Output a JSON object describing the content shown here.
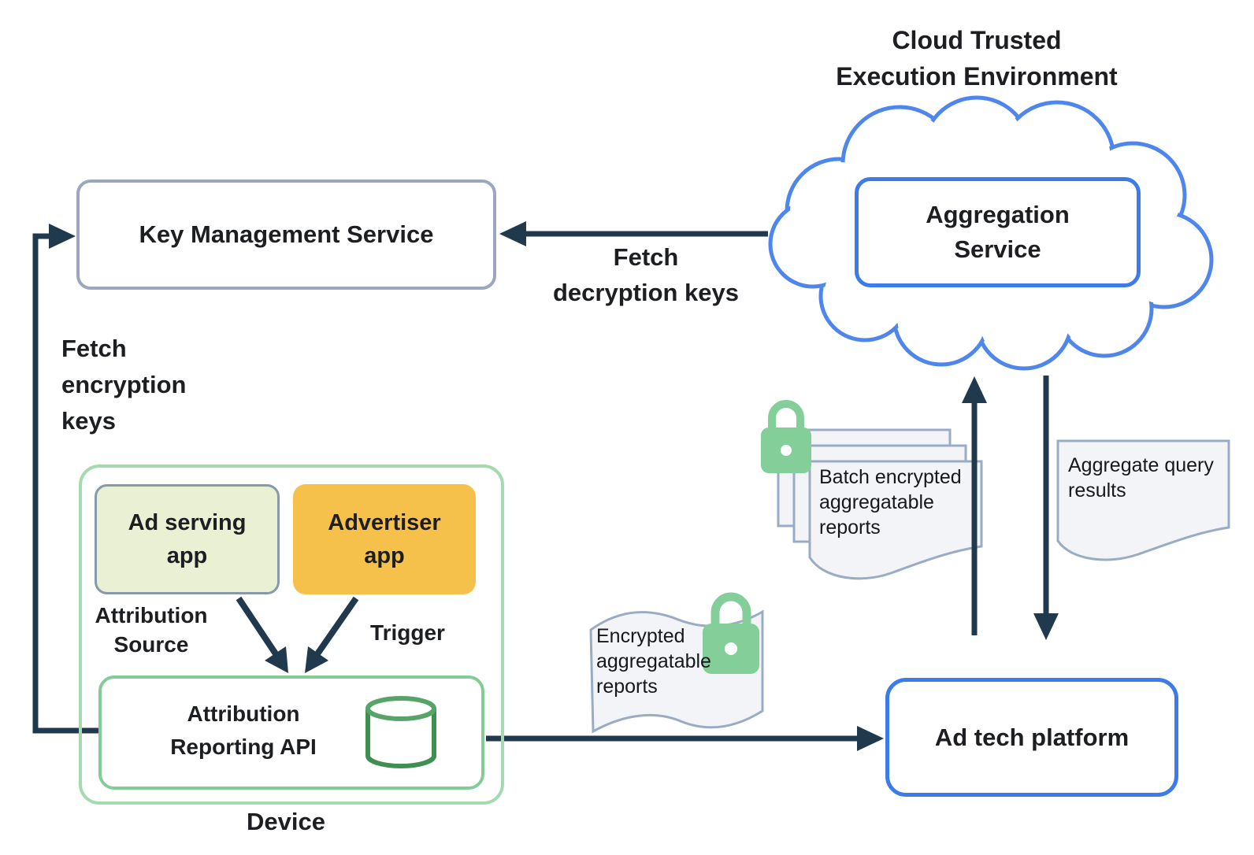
{
  "title": "Cloud Trusted\nExecution Environment",
  "nodes": {
    "key_management_service": {
      "label": "Key Management Service"
    },
    "aggregation_service": {
      "label": "Aggregation\nService"
    },
    "ad_serving_app": {
      "label": "Ad serving\napp"
    },
    "advertiser_app": {
      "label": "Advertiser\napp"
    },
    "attribution_reporting_api": {
      "label": "Attribution\nReporting API"
    },
    "ad_tech_platform": {
      "label": "Ad tech platform"
    },
    "device": {
      "label": "Device"
    }
  },
  "edge_labels": {
    "fetch_decryption_keys": "Fetch\ndecryption keys",
    "fetch_encryption_keys": "Fetch\nencryption\nkeys",
    "attribution_source": "Attribution\nSource",
    "trigger": "Trigger"
  },
  "documents": {
    "batch_encrypted_reports": "Batch encrypted\naggregatable\nreports",
    "encrypted_reports": "Encrypted\naggregatable\nreports",
    "aggregate_query_results": "Aggregate query\nresults"
  },
  "icons": {
    "lock": "lock-icon",
    "database": "database-cylinder-icon",
    "cloud": "cloud-shape"
  },
  "colors": {
    "arrow_dark": "#20394C",
    "cloud_blue": "#4E86EC",
    "box_blue": "#3D7BE8",
    "gray_border": "#9AA7BC",
    "doc_border": "#9AABC4",
    "device_green": "#A6D9B0",
    "api_green": "#84CB97",
    "ad_serving_fill": "#E9F0D3",
    "advertiser_fill": "#F6C14B",
    "lock_green": "#84CE9A",
    "doc_fill": "#F2F4F8",
    "cylinder_green": "#3F8F51"
  }
}
